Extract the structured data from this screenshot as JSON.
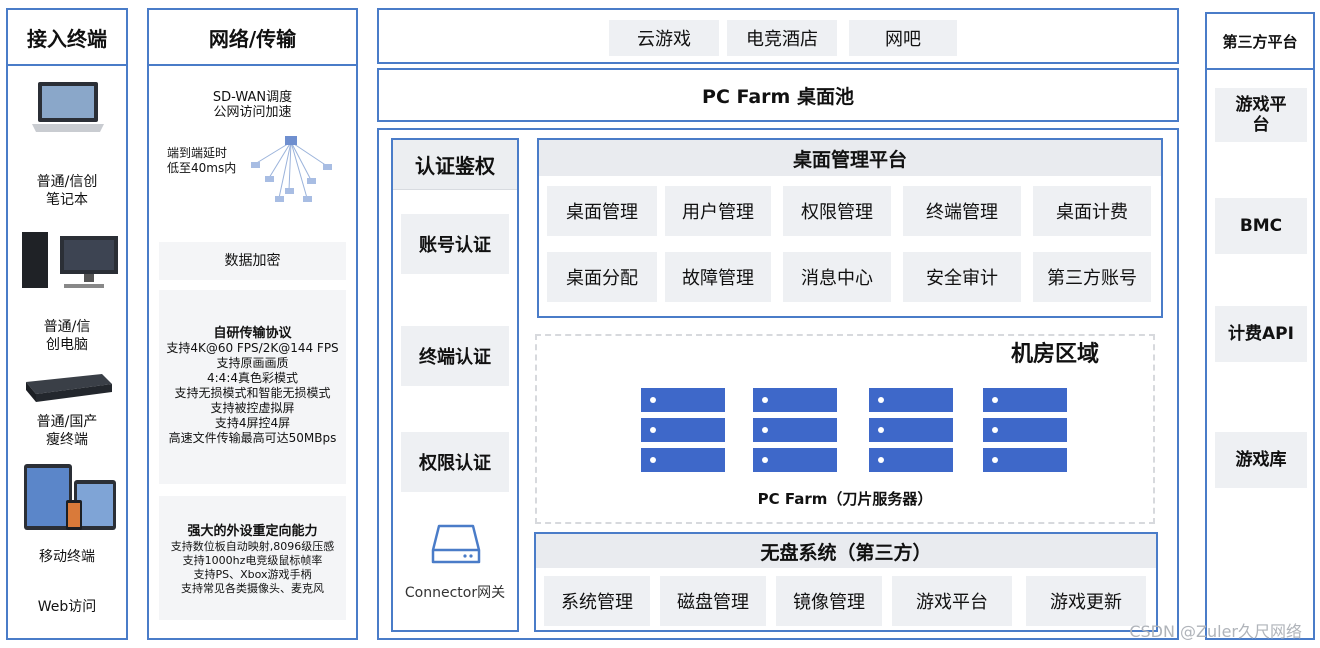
{
  "access": {
    "title": "接入终端",
    "devices": [
      {
        "label": "普通/信创\n笔记本",
        "icon": "laptop-icon"
      },
      {
        "label": "普通/信\n创电脑",
        "icon": "desktop-pc-icon"
      },
      {
        "label": "普通/国产\n瘦终端",
        "icon": "thin-client-icon"
      },
      {
        "label": "移动终端",
        "icon": "mobile-devices-icon"
      },
      {
        "label": "Web访问",
        "icon": ""
      }
    ]
  },
  "network": {
    "title": "网络/传输",
    "sdwan": "SD-WAN调度\n公网访问加速",
    "latency": "端到端延时\n低至40ms内",
    "encrypt": "数据加密",
    "protocol_title": "自研传输协议",
    "protocol_lines": [
      "支持4K@60 FPS/2K@144 FPS",
      "支持原画画质",
      "4:4:4真色彩模式",
      "支持无损模式和智能无损模式",
      "支持被控虚拟屏",
      "支持4屏控4屏",
      "高速文件传输最高可达50MBps"
    ],
    "redirect_title": "强大的外设重定向能力",
    "redirect_lines": [
      "支持数位板自动映射,8096级压感",
      "支持1000hz电竞级鼠标帧率",
      "支持PS、Xbox游戏手柄",
      "支持常见各类摄像头、麦克风"
    ]
  },
  "scenarios": [
    "云游戏",
    "电竞酒店",
    "网吧"
  ],
  "pool_title": "PC Farm 桌面池",
  "auth": {
    "title": "认证鉴权",
    "items": [
      "账号认证",
      "终端认证",
      "权限认证"
    ],
    "connector": "Connector网关"
  },
  "mgmt": {
    "title": "桌面管理平台",
    "items": [
      "桌面管理",
      "用户管理",
      "权限管理",
      "终端管理",
      "桌面计费",
      "桌面分配",
      "故障管理",
      "消息中心",
      "安全审计",
      "第三方账号"
    ]
  },
  "room": {
    "title": "机房区域",
    "farm_label": "PC Farm（刀片服务器）"
  },
  "disk": {
    "title": "无盘系统（第三方）",
    "items": [
      "系统管理",
      "磁盘管理",
      "镜像管理",
      "游戏平台",
      "游戏更新"
    ]
  },
  "platform": {
    "title": "第三方平台",
    "items": [
      "游戏平\n台",
      "BMC",
      "计费API",
      "游戏库"
    ]
  },
  "watermark": "CSDN @Zuler久尺网络",
  "colors": {
    "border": "#4a7cc8",
    "server": "#3e68c9",
    "chip": "#eef0f3"
  }
}
